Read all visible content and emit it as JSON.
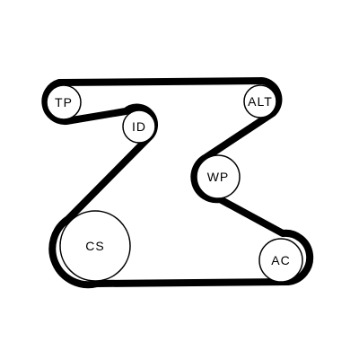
{
  "diagram": {
    "type": "serpentine-belt-routing",
    "colors": {
      "belt": "#000000",
      "pulley_stroke": "#000000",
      "pulley_fill": "#ffffff",
      "background": "#ffffff"
    },
    "pulleys": {
      "tp": {
        "label": "TP"
      },
      "id": {
        "label": "ID"
      },
      "alt": {
        "label": "ALT"
      },
      "wp": {
        "label": "WP"
      },
      "cs": {
        "label": "CS"
      },
      "ac": {
        "label": "AC"
      }
    }
  }
}
